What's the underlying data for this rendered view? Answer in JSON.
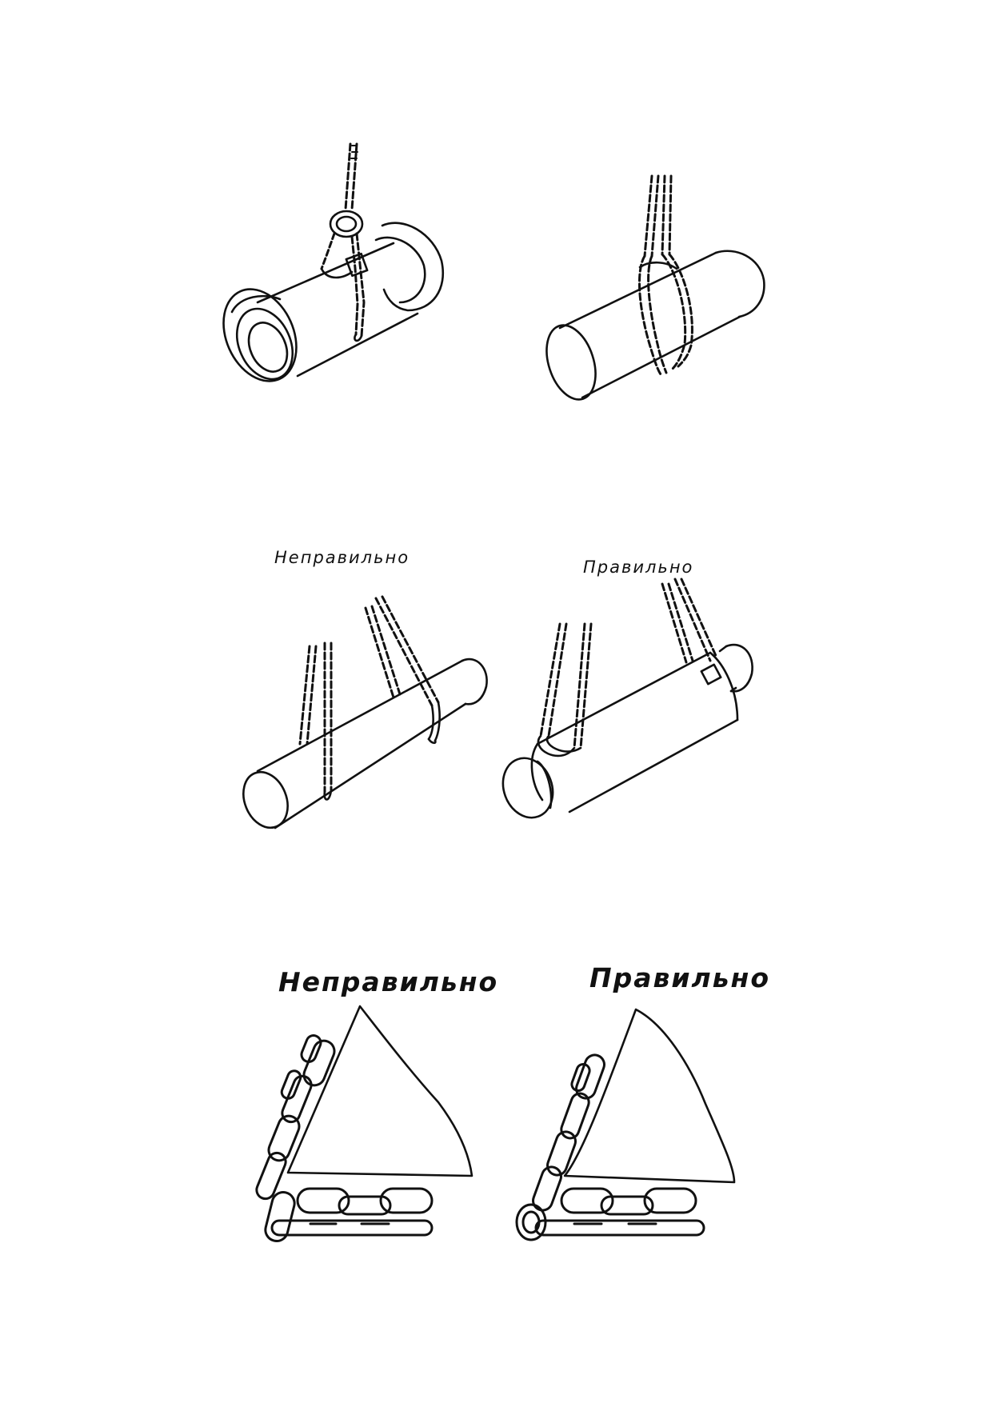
{
  "labels": {
    "row2_wrong": "Неправильно",
    "row2_right": "Правильно",
    "row3_wrong": "Неправильно",
    "row3_right": "Правильно"
  },
  "colors": {
    "ink": "#111111",
    "background": "#ffffff"
  }
}
